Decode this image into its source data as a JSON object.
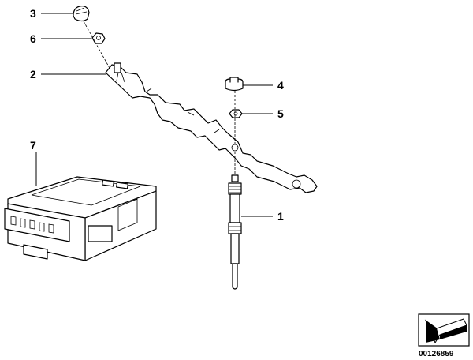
{
  "diagram": {
    "callouts": {
      "c1": "1",
      "c2": "2",
      "c3": "3",
      "c4": "4",
      "c5": "5",
      "c6": "6",
      "c7": "7"
    },
    "reference_number": "00126859"
  }
}
